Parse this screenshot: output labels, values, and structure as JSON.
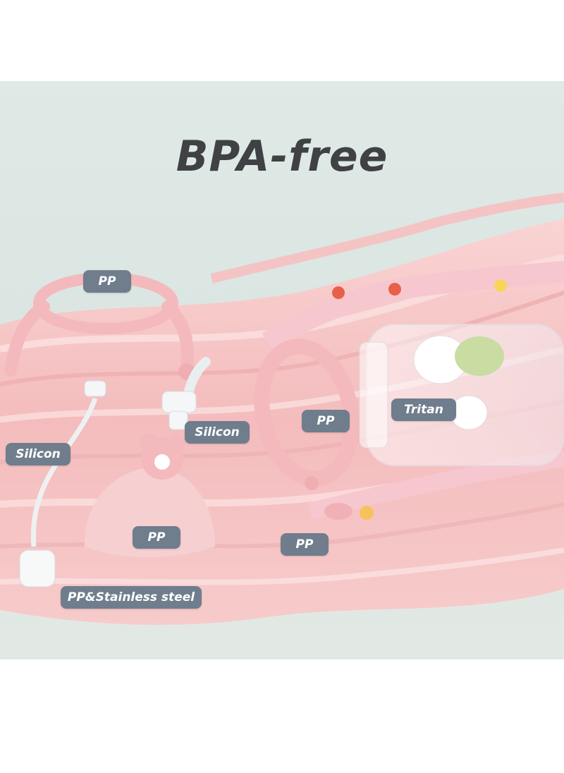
{
  "headline": "BPA-free",
  "labels": {
    "handle": "PP",
    "silicon_tube": "Silicon",
    "silicon_valve": "Silicon",
    "ring": "PP",
    "bottle": "Tritan",
    "base": "PP",
    "strap_clip": "PP",
    "weight": "PP&Stainless steel"
  },
  "colors": {
    "tag_background": "#6f7d8d",
    "ribbon_pink": "#f6c3c3",
    "part_pink": "#f5c1c4"
  },
  "icons": [
    "flower-icon",
    "bear-illustration",
    "sheep-illustration"
  ]
}
